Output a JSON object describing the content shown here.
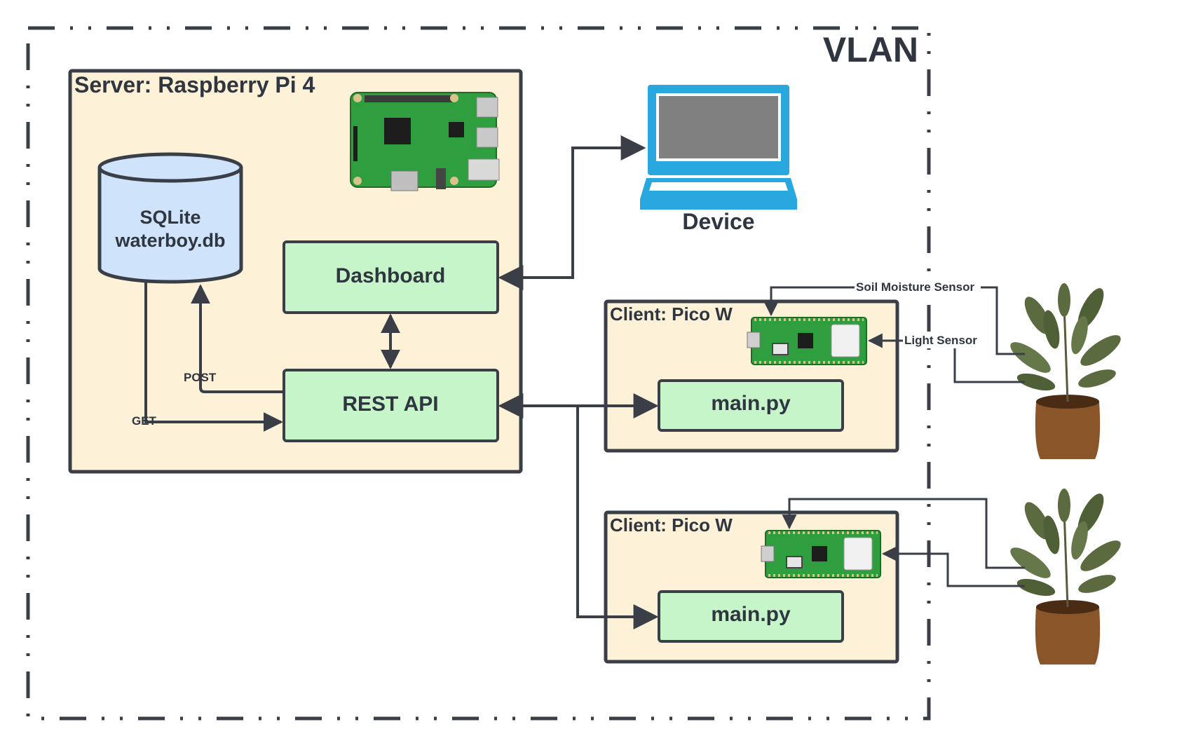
{
  "vlan": {
    "label": "VLAN"
  },
  "server": {
    "title": "Server: Raspberry Pi 4",
    "database": {
      "line1": "SQLite",
      "line2": "waterboy.db"
    },
    "dashboard": "Dashboard",
    "rest_api": "REST API",
    "post_label": "POST",
    "get_label": "GET"
  },
  "device": {
    "label": "Device"
  },
  "clients": [
    {
      "title": "Client: Pico W",
      "script": "main.py"
    },
    {
      "title": "Client: Pico W",
      "script": "main.py"
    }
  ],
  "sensors": {
    "soil": "Soil Moisture Sensor",
    "light": "Light Sensor"
  },
  "colors": {
    "server_fill": "#fdf1d8",
    "component_fill": "#c6f5c9",
    "database_fill": "#cfe3fb",
    "laptop": "#29a8e0",
    "line": "#3a3f47"
  }
}
